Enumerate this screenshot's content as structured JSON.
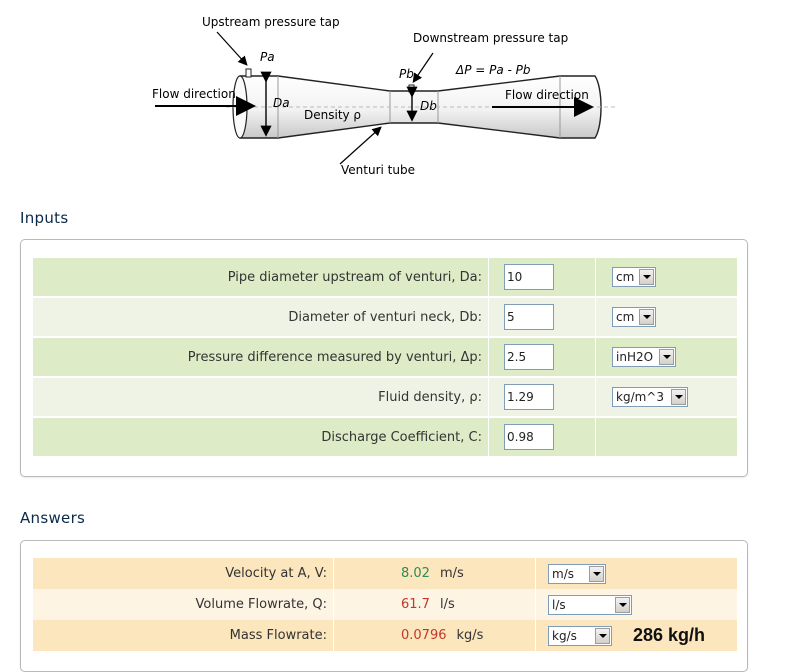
{
  "diagram": {
    "upstream_tap_label": "Upstream pressure tap",
    "downstream_tap_label": "Downstream pressure tap",
    "flow_left_label": "Flow direction",
    "flow_right_label": "Flow direction",
    "density_label": "Density ρ",
    "venturi_label": "Venturi tube",
    "pa_label": "Pa",
    "pb_label": "Pb",
    "da_label": "Da",
    "db_label": "Db",
    "delta_p_label": "ΔP = Pa - Pb"
  },
  "inputs": {
    "title": "Inputs",
    "rows": [
      {
        "label": "Pipe diameter upstream of venturi, Da:",
        "value": "10",
        "unit": "cm"
      },
      {
        "label": "Diameter of venturi neck, Db:",
        "value": "5",
        "unit": "cm"
      },
      {
        "label": "Pressure difference measured by venturi, Δp:",
        "value": "2.5",
        "unit": "inH2O"
      },
      {
        "label": "Fluid density, ρ:",
        "value": "1.29",
        "unit": "kg/m^3"
      },
      {
        "label": "Discharge Coefficient, C:",
        "value": "0.98",
        "unit": ""
      }
    ]
  },
  "answers": {
    "title": "Answers",
    "rows": [
      {
        "label": "Velocity at A, V:",
        "value": "8.02",
        "unit": "m/s",
        "select": "m/s"
      },
      {
        "label": "Volume Flowrate, Q:",
        "value": "61.7",
        "unit": "l/s",
        "select": "l/s"
      },
      {
        "label": "Mass Flowrate:",
        "value": "0.0796",
        "unit": "kg/s",
        "select": "kg/s"
      }
    ],
    "big_result": "286 kg/h"
  },
  "colors": {
    "input_row_a": "#ddecc7",
    "input_row_b": "#eef3e6",
    "answer_row_a": "#fbe6bd",
    "answer_row_b": "#fdf4e3",
    "value_green": "#2e8b57",
    "value_red": "#c0392b",
    "heading": "#0b2a4a"
  }
}
